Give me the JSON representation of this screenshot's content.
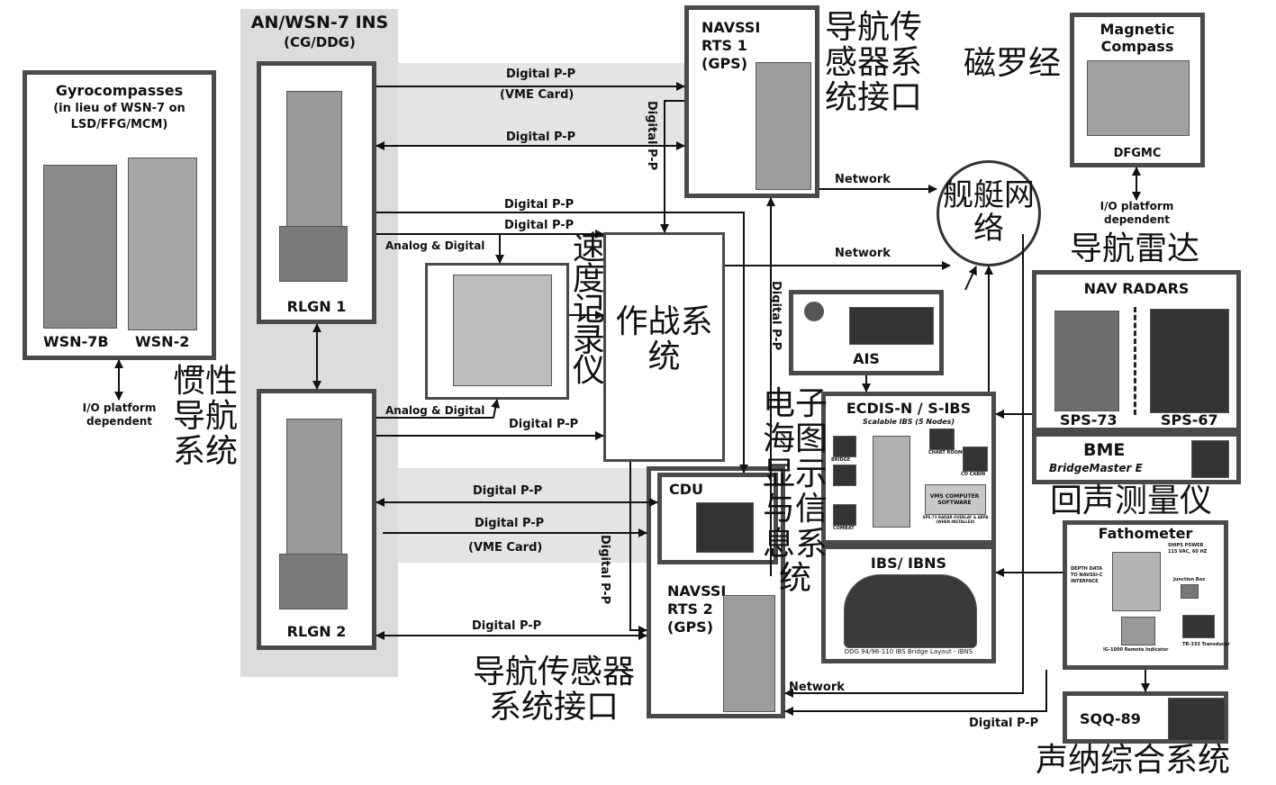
{
  "ins_group": {
    "title": "AN/WSN-7 INS",
    "subtitle": "(CG/DDG)"
  },
  "rlgn1": {
    "label": "RLGN 1"
  },
  "rlgn2": {
    "label": "RLGN 2"
  },
  "gyro": {
    "title": "Gyrocompasses",
    "sub1": "(in lieu of WSN-7 on",
    "sub2": "LSD/FFG/MCM)",
    "left_label": "WSN-7B",
    "right_label": "WSN-2",
    "io_note1": "I/O platform",
    "io_note2": "dependent"
  },
  "navssi1": {
    "line1": "NAVSSI",
    "line2": "RTS 1",
    "line3": "(GPS)",
    "cn": "导航传感器系统接口"
  },
  "navssi2": {
    "line1": "NAVSSI",
    "line2": "RTS 2",
    "line3": "(GPS)",
    "cn": "导航传感器系统接口"
  },
  "cdu": {
    "label": "CDU"
  },
  "combat": {
    "cn": "作战系统"
  },
  "speed_log": {
    "cn": "速度记录仪"
  },
  "inertial": {
    "cn": "惯性导航系统"
  },
  "ship_network": {
    "cn": "舰艇网络"
  },
  "magnetic": {
    "title1": "Magnetic",
    "title2": "Compass",
    "model": "DFGMC",
    "cn": "磁罗经",
    "io_note1": "I/O platform",
    "io_note2": "dependent"
  },
  "radars": {
    "title": "NAV RADARS",
    "left": "SPS-73",
    "right": "SPS-67",
    "cn": "导航雷达"
  },
  "bme": {
    "title": "BME",
    "sub": "BridgeMaster E"
  },
  "fathometer": {
    "title": "Fathometer",
    "cn": "回声测量仪",
    "tags": [
      "SHIPS POWER",
      "115 VAC, 60 HZ",
      "DEPTH DATA",
      "TO NAVSSI-C",
      "INTERFACE",
      "Junction Box",
      "IG-1000 Remote Indicator",
      "TR-333 Transducer"
    ]
  },
  "sqq": {
    "label": "SQQ-89",
    "cn": "声纳综合系统"
  },
  "ais": {
    "label": "AIS"
  },
  "ecdis": {
    "title": "ECDIS-N / S-IBS",
    "sub": "Scalable IBS (5 Nodes)",
    "cn": "电子海图显示与信息系统",
    "tags": [
      "BRIDGE",
      "CHART ROOM",
      "CO CABIN",
      "COMBAT",
      "VMS COMPUTER SOFTWARE",
      "SPS-73 RADAR OVERLAY & ARPA (WHEN INSTALLED)"
    ]
  },
  "ibs": {
    "title": "IBS/ IBNS",
    "caption": "DDG 94/96-110 IBS Bridge Layout - IBNS"
  },
  "links": {
    "digital_pp": "Digital P-P",
    "vme_card": "(VME Card)",
    "network": "Network",
    "analog_digital": "Analog & Digital"
  }
}
